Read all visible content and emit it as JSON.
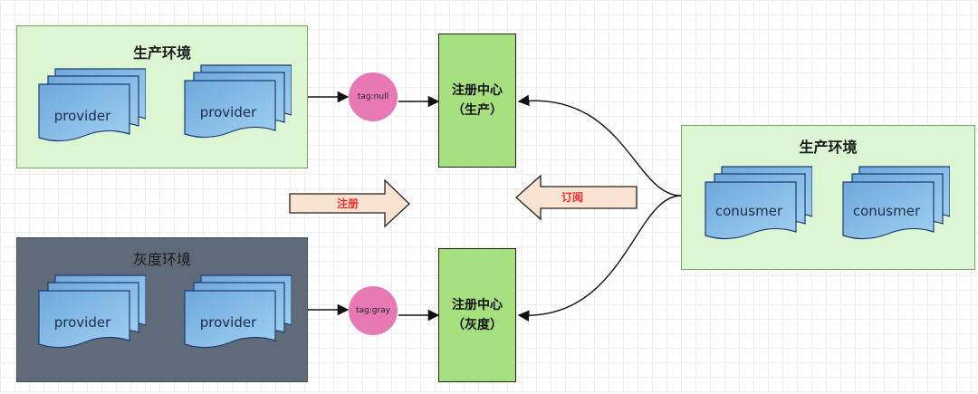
{
  "prod_env": {
    "title": "生产环境",
    "providers": [
      "provider",
      "provider"
    ]
  },
  "gray_env": {
    "title": "灰度环境",
    "providers": [
      "provider",
      "provider"
    ]
  },
  "consumer_env": {
    "title": "生产环境",
    "consumers": [
      "conusmer",
      "conusmer"
    ]
  },
  "registry_prod": {
    "line1": "注册中心",
    "line2": "（生产）"
  },
  "registry_gray": {
    "line1": "注册中心",
    "line2": "（灰度）"
  },
  "tags": {
    "prod": "tag:null",
    "gray": "tag:gray"
  },
  "arrows": {
    "register": "注册",
    "subscribe": "订阅"
  },
  "colors": {
    "prod_env_fill": "#dcf5d2",
    "gray_env_fill": "#5f6b79",
    "registry_fill": "#a6e07e",
    "tag_fill": "#e879b5",
    "block_arrow_fill": "#fbe3d1",
    "label_text": "#ff2a2a"
  }
}
